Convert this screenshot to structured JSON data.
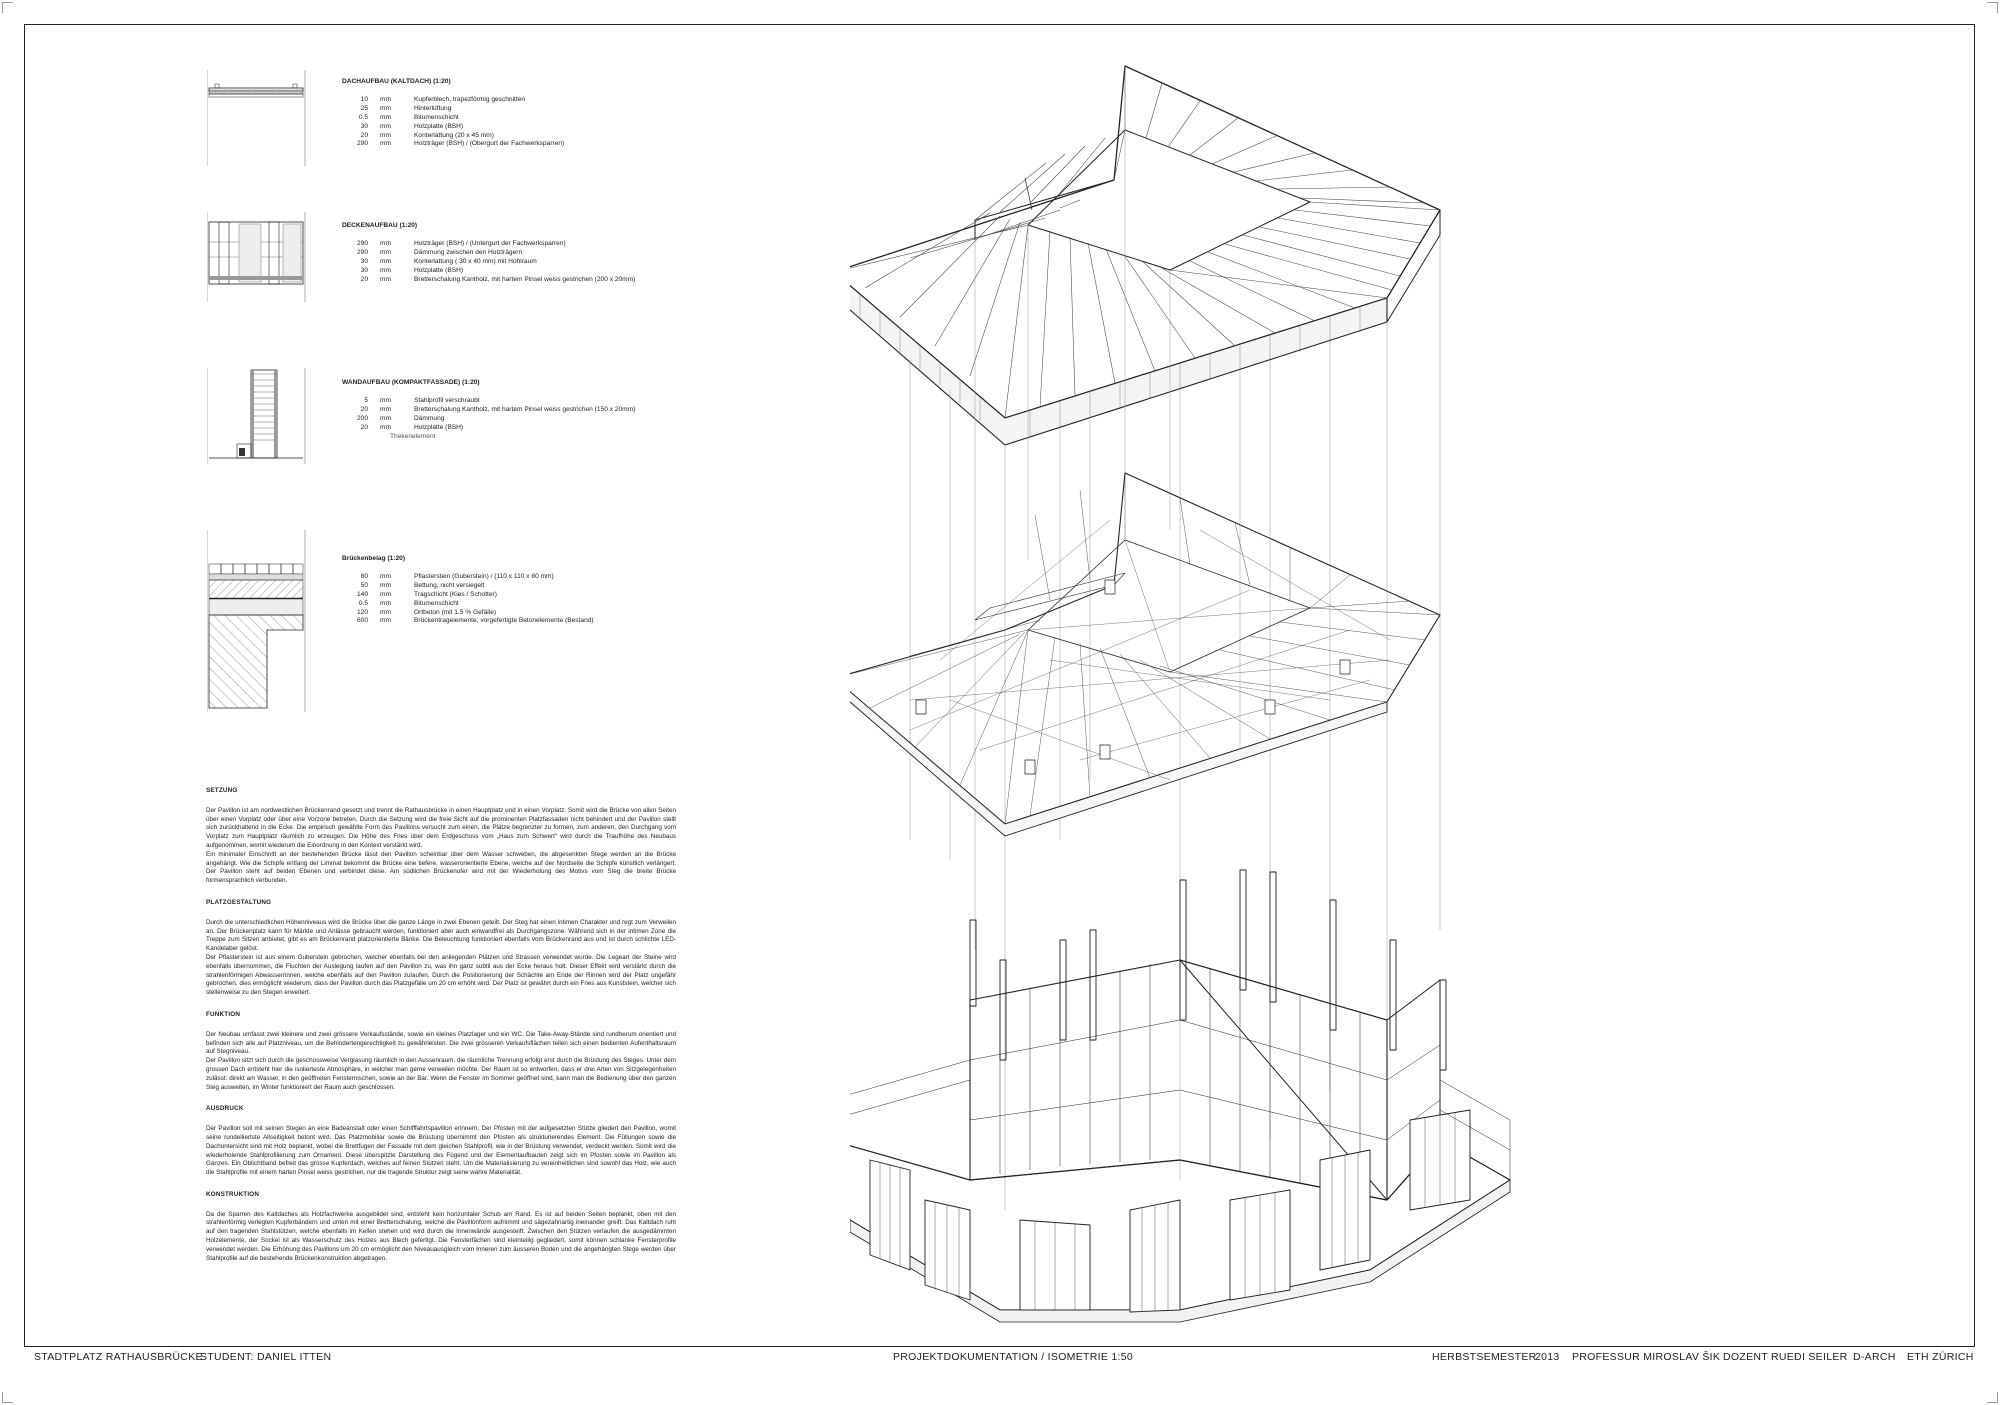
{
  "details": [
    {
      "title": "DACHAUFBAU (KALTDACH) (1:20)",
      "rows": [
        {
          "v": "10",
          "u": "mm",
          "t": "Kupferblech, trapezförmig geschnitten"
        },
        {
          "v": "25",
          "u": "mm",
          "t": "Hinterlüftung"
        },
        {
          "v": "0.5",
          "u": "mm",
          "t": "Bitumenschicht"
        },
        {
          "v": "30",
          "u": "mm",
          "t": "Holzplatte (BSH)"
        },
        {
          "v": "20",
          "u": "mm",
          "t": "Konterlattung (20 x 45 mm)"
        },
        {
          "v": "290",
          "u": "mm",
          "t": "Holzträger (BSH) / (Obergurt der Fachwerksparren)"
        }
      ]
    },
    {
      "title": "DECKENAUFBAU (1:20)",
      "rows": [
        {
          "v": "290",
          "u": "mm",
          "t": "Holzträger (BSH) / (Untergurt der Fachwerksparren)"
        },
        {
          "v": "290",
          "u": "mm",
          "t": "Dämmung zwischen den Holzträgern"
        },
        {
          "v": "30",
          "u": "mm",
          "t": "Konterlattung ( 30 x 40 mm) mit Hohlraum"
        },
        {
          "v": "30",
          "u": "mm",
          "t": "Holzplatte (BSH)"
        },
        {
          "v": "20",
          "u": "mm",
          "t": "Bretterschalung Kantholz, mit hartem Pinsel weiss gestrichen (200 x 20mm)"
        }
      ]
    },
    {
      "title": "WANDAUFBAU (KOMPAKTFASSADE) (1:20)",
      "rows": [
        {
          "v": "5",
          "u": "mm",
          "t": "Stahlprofil verschraubt"
        },
        {
          "v": "20",
          "u": "mm",
          "t": "Bretterschalung Kantholz, mit hartem Pinsel weiss gestrichen (150 x 20mm)"
        },
        {
          "v": "200",
          "u": "mm",
          "t": "Dämmung"
        },
        {
          "v": "20",
          "u": "mm",
          "t": "Holzplatte (BSH)"
        }
      ],
      "note": "Thekenelement"
    },
    {
      "title": "Brückenbelag (1:20)",
      "rows": [
        {
          "v": "80",
          "u": "mm",
          "t": "Pflasterstein (Guberstein) / (110 x 110 x 80 mm)"
        },
        {
          "v": "50",
          "u": "mm",
          "t": "Bettung, nicht versiegelt"
        },
        {
          "v": "140",
          "u": "mm",
          "t": "Tragschicht (Kies / Schotter)"
        },
        {
          "v": "0.5",
          "u": "mm",
          "t": "Bitumenschicht"
        },
        {
          "v": "120",
          "u": "mm",
          "t": "Ortbeton (mit 1.5 % Gefälle)"
        },
        {
          "v": "600",
          "u": "mm",
          "t": "Brückentragelemente, vorgefertigte Betonelemente (Bestand)"
        }
      ]
    }
  ],
  "sections": [
    {
      "heading": "SETZUNG",
      "paragraphs": [
        "Der Pavillon ist am nordwestlichen Brückenrand gesetzt und trennt die Rathausbrücke in einen Hauptplatz und in einen Vorplatz. Somit wird die Brücke von allen Seiten über einen Vorplatz oder über eine Vorzone betreten. Durch die Setzung wird die freie Sicht auf die prominenten Platzfassaden nicht behindert und der Pavillon stellt sich zurückhaltend in die Ecke. Die empirisch gewählte Form des Pavillons versucht zum einen, die Plätze begrenzter zu formen, zum anderen, den Durchgang vom Vorplatz zum Hauptplatz räumlich zu erzeugen. Die Höhe des Fries über dem Erdgeschoss vom „Haus zum Schwert“ wird durch die Traufhöhe des Neubaus aufgenommen, womit wiederum die Einordnung in den Kontext verstärkt wird.",
        "Ein minimaler Einschnitt an der bestehenden Brücke lässt den Pavillon scheinbar über dem Wasser schweben, die abgesenkten Stege werden an die Brücke angehängt. Wie die Schipfe entlang der Limmat bekommt die Brücke eine tiefere, wasserorientierte Ebene, welche auf der Nordseite die Schipfe künstlich verlängert. Der Pavillon steht auf beiden Ebenen und verbindet diese. Am südlichen Brückenufer wird mit der Wiederholung des Motivs vom Steg die breite Brücke formensprachlich verbunden."
      ]
    },
    {
      "heading": "PLATZGESTALTUNG",
      "paragraphs": [
        "Durch die unterschiedlichen Höhenniveaus wird die Brücke über die ganze Länge in zwei Ebenen geteilt. Der Steg hat einen intimen Charakter und regt zum Verweilen an. Der Brückenplatz kann für Märkte und Anlässe gebraucht werden, funktioniert aber auch einwandfrei als Durchgangszone. Während sich in der intimen Zone die Treppe zum Sitzen anbietet, gibt es am Brückenrand platzorientierte Bänke. Die Beleuchtung funktioniert ebenfalls vom Brückenrand aus und ist durch schlichte LED-Kandelaber gelöst.",
        "Der Pflasterstein ist aus einem Guberstein gebrochen, welcher ebenfalls bei den anliegenden Plätzen und Strassen verwendet wurde. Die Legeart der Steine wird ebenfalls übernommen, die Fluchten der Auslegung laufen auf den Pavillon zu, was ihn ganz subtil aus der Ecke heraus holt. Dieser Effekt wird verstärkt durch die strahlenförmigen Abwasserrinnen, welche ebenfalls auf den Pavillon zulaufen. Durch die Positionierung der Schächte am Ende der Rinnen wird der Platz ungefähr gebrochen, dies ermöglicht wiederum, dass der Pavillon durch das Platzgefälle um 20 cm erhöht wird. Der Platz ist gewährt durch ein Fries aus Kunststein, welcher sich stellenweise zu den Stegen erweitert."
      ]
    },
    {
      "heading": "FUNKTION",
      "paragraphs": [
        "Der Neubau umfasst zwei kleinere und zwei grössere Verkaufsstände, sowie ein kleines Platzlager und ein WC. Die Take-Away-Stände sind rundherum orientiert und befinden sich alle auf Platzniveau, um die Behindertengerechtigkeit zu gewährleisten. Die zwei grösseren Verkaufsflächen teilen sich einen bedienten Aufenthaltsraum auf Stegniveau.",
        "Der Pavillon sitzt sich durch die geschossweise Verglasung räumlich in den Aussenraum, die räumliche Trennung erfolgt erst durch die Brüstung des Steges. Unter dem grossen Dach entsteht hier die isolierteste Atmosphäre, in welcher man gerne verweilen möchte. Der Raum ist so entworfen, dass er drei Arten von Sitzgelegenheiten zulässt: direkt am Wasser, in den geöffneten Fensternischen, sowie an der Bar. Wenn die Fenster im Sommer geöffnet sind, kann man die Bedienung über den ganzen Steg ausweiten, im Winter funktioniert der Raum auch geschlossen."
      ]
    },
    {
      "heading": "AUSDRUCK",
      "paragraphs": [
        "Der Pavillon soll mit seinen Stegen an eine Badeanstalt oder einen Schifffahrtspavillon erinnern. Der Pfosten mit der aufgesetzten Stütze gliedert den Pavillon, womit seine rundelliertste Allseitigkeit betont wird. Das Platzmobiliar sowie die Brüstung übernimmt den Pfosten als strukturierendes Element. Die Füllungen sowie die Dachuntersicht sind mit Holz beplankt, wobei die Brettfugen der Fassade mit dem gleichen Stahlprofil, wie in der Brüstung verwendet, verdeckt werden. Somit wird die wiederholende Stahlprofilierung zum Ornament. Diese überspitzte Darstellung des Fügend und der Elementaufbauten zeigt sich im Pfosten sowie im Pavillon als Ganzes. Ein Oblichtband befreit das grosse Kupferdach, welches auf feinen Stützen steht. Um die Materialisierung zu vereinheitlichen sind sowohl das Holz, wie auch die Stahlprofile mit einem harten Pinsel weiss gestrichen, nur die tragende Struktur zeigt seine wahre Materialität."
      ]
    },
    {
      "heading": "KONSTRUKTION",
      "paragraphs": [
        "Da die Sparren des Kaltdaches als Holzfachwerke ausgebildet sind, entsteht kein horizontaler Schub am Rand. Es ist auf beiden Seiten beplankt, oben mit den strahlenförmig verlegten Kupferbändern und unten mit einer Bretterschalung, welche die Pavillonform aufnimmt und sägezahnartig ineinander greift. Das Kaltdach ruht auf den tragenden Stahlstützen, welche ebenfalls im Kellen stehen und wird durch die Innenwände ausgesteift. Zwischen den Stützen verlaufen die ausgedämmten Holzelemente, der Sockel ist als Wasserschutz des Holzes aus Blech gefertigt. Die Fensterfächen sind kleinteilig gegliedert, somit können schlanke Fensterprofile verwendet werden. Die Erhöhung des Pavillons um 20 cm ermöglicht den Niveauausgleich vom Inneren zum äusseren Boden und die angehängten Stege werden über Stahlprofile auf die bestehende Brückenkonstruktion abgetragen."
      ]
    }
  ],
  "footer": {
    "project": "STADTPLATZ RATHAUSBRÜCKE",
    "student": "STUDENT: DANIEL ITTEN",
    "doc": "PROJEKTDOKUMENTATION / ISOMETRIE 1:50",
    "semester": "HERBSTSEMESTER",
    "year": "2013",
    "professor": "PROFESSUR MIROSLAV ŠIK",
    "lecturer": "DOZENT RUEDI SEILER",
    "dept": "D-ARCH",
    "school": "ETH ZÜRICH"
  }
}
